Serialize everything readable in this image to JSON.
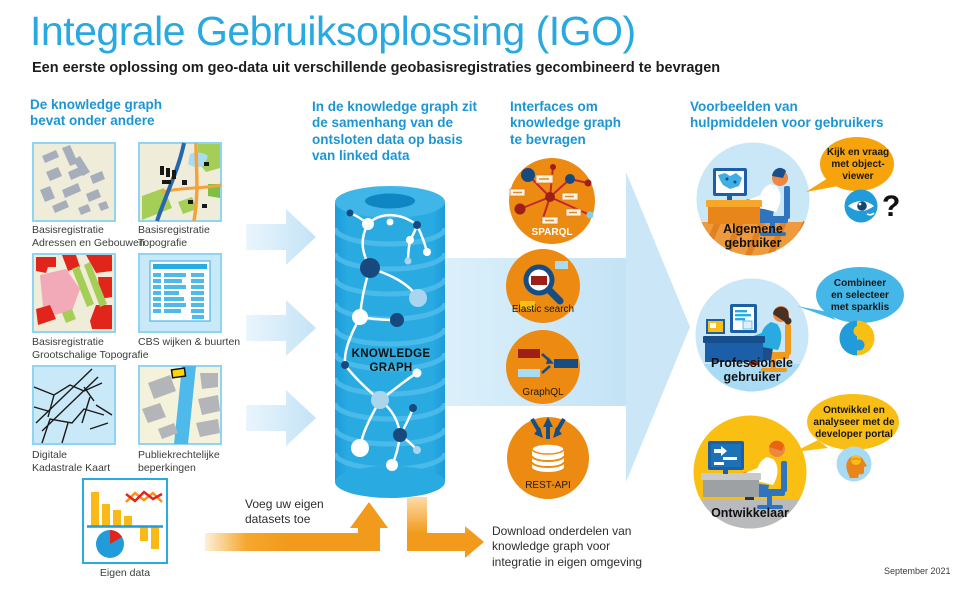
{
  "meta": {
    "date": "September 2021"
  },
  "header": {
    "title": "Integrale Gebruiksoplossing (IGO)",
    "subtitle": "Een eerste oplossing om geo-data uit verschillende geobasisregistraties gecombineerd te bevragen"
  },
  "sources": {
    "heading": "De knowledge graph\nbevat onder andere",
    "items": [
      {
        "label": "Basisregistratie\nAdressen en Gebouwen",
        "icon": "map-adressen-gebouwen-thumbnail"
      },
      {
        "label": "Basisregistratie\nTopografie",
        "icon": "map-topografie-thumbnail"
      },
      {
        "label": "Basisregistratie\nGrootschalige Topografie",
        "icon": "map-grootschalige-topografie-thumbnail"
      },
      {
        "label": "CBS wijken & buurten",
        "icon": "table-cbs-wijken-buurten-thumbnail"
      },
      {
        "label": "Digitale\nKadastrale Kaart",
        "icon": "map-kadastrale-kaart-thumbnail"
      },
      {
        "label": "Publiekrechtelijke\nbeperkingen",
        "icon": "map-beperkingen-thumbnail"
      },
      {
        "label": "Eigen data",
        "icon": "charts-eigen-data-thumbnail"
      }
    ]
  },
  "graph": {
    "heading": "In de knowledge graph zit\nde samenhang van de\nontsloten data op basis\nvan linked data",
    "cylinder_label": "KNOWLEDGE\nGRAPH"
  },
  "interfaces": {
    "heading": "Interfaces om\nknowledge graph\nte bevragen",
    "items": [
      {
        "label": "SPARQL",
        "icon": "sparql-network-icon"
      },
      {
        "label": "Elastic search",
        "icon": "magnifier-search-icon"
      },
      {
        "label": "GraphQL",
        "icon": "graphql-merge-icon"
      },
      {
        "label": "REST-API",
        "icon": "rest-api-database-icon"
      }
    ]
  },
  "users": {
    "heading": "Voorbeelden van\nhulpmiddelen voor gebruikers",
    "personas": [
      {
        "label": "Algemene\ngebruiker",
        "bubble": "Kijk en vraag\nmet object-\nviewer",
        "question_mark": "?",
        "icon": "general-user-desk-illustration",
        "bubble_icon": "eye-icon"
      },
      {
        "label": "Professionele\ngebruiker",
        "bubble": "Combineer\nen selecteer\nmet sparklis",
        "icon": "professional-user-desk-illustration",
        "bubble_icon": "sparklis-puzzle-icon"
      },
      {
        "label": "Ontwikkelaar",
        "bubble": "Ontwikkel en\nanalyseer met de\ndeveloper portal",
        "icon": "developer-desk-illustration",
        "bubble_icon": "head-brain-icon"
      }
    ]
  },
  "flows": {
    "add_datasets": "Voeg uw eigen\ndatasets toe",
    "download": "Download onderdelen van\nknowledge graph voor\nintegratie in eigen omgeving"
  },
  "colors": {
    "accent_blue": "#29A9E1",
    "header_blue": "#1C96D3",
    "cylinder_blue": "#29ABE2",
    "orange": "#F29A1B",
    "circle_orange": "#ED8A11",
    "navy": "#17497F",
    "pale_blue": "#C9E7F7",
    "yellow": "#F9C013",
    "bubble_blue": "#45B6E8"
  }
}
